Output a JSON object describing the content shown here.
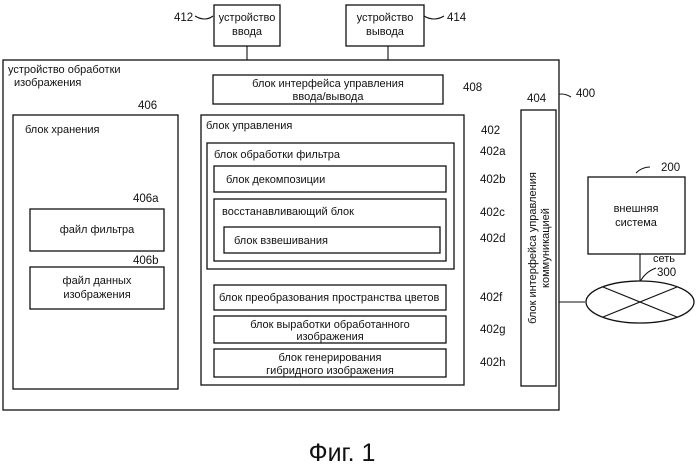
{
  "figure": {
    "caption": "Фиг. 1",
    "input_device": {
      "label_line1": "устройство",
      "label_line2": "ввода",
      "ref": "412"
    },
    "output_device": {
      "label_line1": "устройство",
      "label_line2": "вывода",
      "ref": "414"
    },
    "apparatus": {
      "label_line1": "устройство обработки",
      "label_line2": "изображения",
      "ref": "400"
    },
    "io_interface": {
      "label_line1": "блок интерфейса управления",
      "label_line2": "ввода/вывода",
      "ref": "408"
    },
    "storage": {
      "label": "блок хранения",
      "ref": "406",
      "filter_file": {
        "label": "файл фильтра",
        "ref": "406a"
      },
      "image_data_file": {
        "label_line1": "файл данных",
        "label_line2": "изображения",
        "ref": "406b"
      }
    },
    "control": {
      "label": "блок управления",
      "ref": "402",
      "filter_processing": {
        "label": "блок обработки фильтра",
        "ref": "402a"
      },
      "decomposition": {
        "label": "блок декомпозиции",
        "ref": "402b"
      },
      "reconstruction": {
        "label": "восстанавливающий блок",
        "ref": "402c"
      },
      "weighting": {
        "label": "блок взвешивания",
        "ref": "402d"
      },
      "color_space": {
        "label": "блок преобразования пространства цветов",
        "ref": "402f"
      },
      "processed_image": {
        "label_line1": "блок выработки обработанного",
        "label_line2": "изображения",
        "ref": "402g"
      },
      "hybrid_image": {
        "label_line1": "блок генерирования",
        "label_line2": "гибридного изображения",
        "ref": "402h"
      }
    },
    "comm_interface": {
      "label_line1": "блок интерфейса управления",
      "label_line2": "коммуникацией",
      "ref": "404"
    },
    "external_system": {
      "label_line1": "внешняя",
      "label_line2": "система",
      "ref": "200"
    },
    "network": {
      "label": "сеть",
      "ref": "300"
    }
  }
}
